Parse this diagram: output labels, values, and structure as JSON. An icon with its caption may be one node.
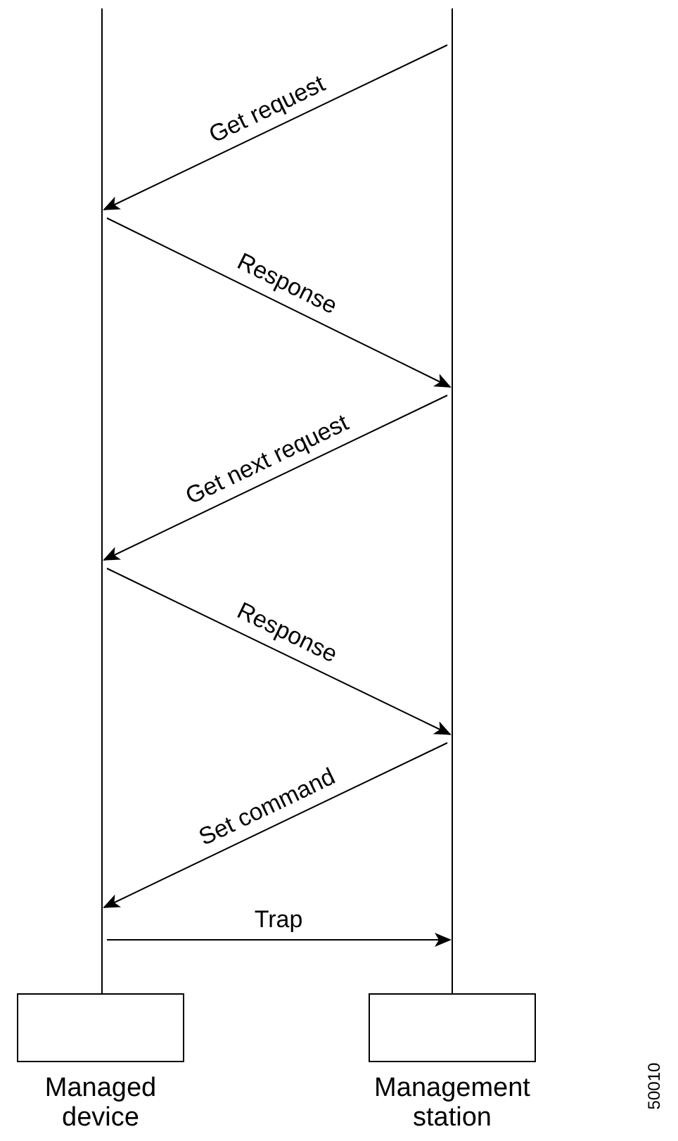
{
  "diagram": {
    "nodes": [
      {
        "text": [],
        "shape": "line"
      },
      {
        "text": [],
        "shape": "line"
      },
      {
        "text": [
          "Managed device"
        ]
      },
      {
        "text": [
          "Management station"
        ]
      }
    ],
    "edges": [
      {
        "from": 1,
        "to": 0,
        "arrow": "to",
        "label": "Get request"
      },
      {
        "from": 0,
        "to": 1,
        "arrow": "to",
        "label": "Response"
      },
      {
        "from": 1,
        "to": 0,
        "arrow": "to",
        "label": "Get next request"
      },
      {
        "from": 0,
        "to": 1,
        "arrow": "to",
        "label": "Response"
      },
      {
        "from": 1,
        "to": 0,
        "arrow": "to",
        "label": "Set command"
      },
      {
        "from": 0,
        "to": 1,
        "arrow": "to",
        "label": "Trap"
      }
    ],
    "labels": [
      "50010"
    ]
  }
}
